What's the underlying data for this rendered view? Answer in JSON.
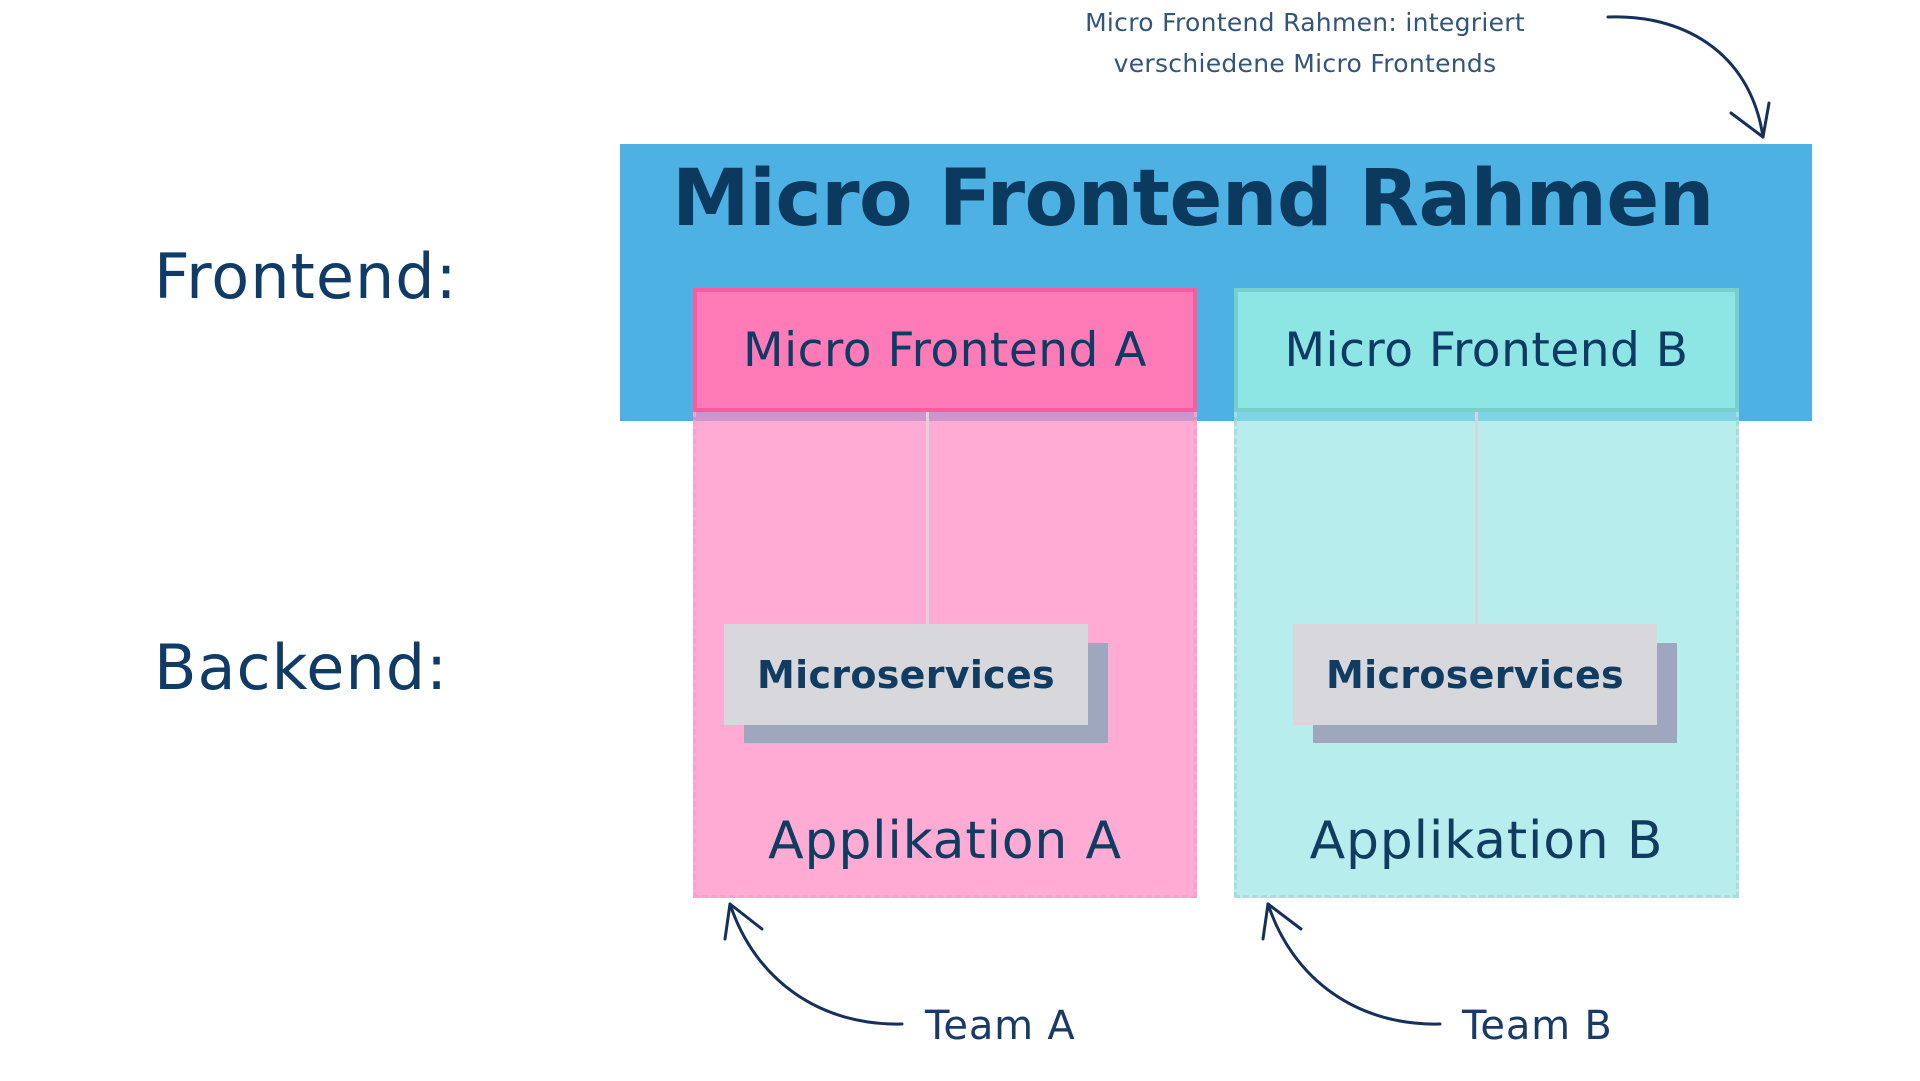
{
  "annotation": {
    "line1": "Micro Frontend Rahmen: integriert",
    "line2": "verschiedene Micro Frontends"
  },
  "side_labels": {
    "frontend": "Frontend:",
    "backend": "Backend:"
  },
  "frame": {
    "title": "Micro Frontend Rahmen",
    "color": "#4db1e3"
  },
  "columns": [
    {
      "micro_frontend": "Micro Frontend A",
      "microservices": "Microservices",
      "application": "Applikation A",
      "team": "Team A",
      "color": "#ff7bb7"
    },
    {
      "micro_frontend": "Micro Frontend B",
      "microservices": "Microservices",
      "application": "Applikation B",
      "team": "Team B",
      "color": "#8de6e4"
    }
  ]
}
